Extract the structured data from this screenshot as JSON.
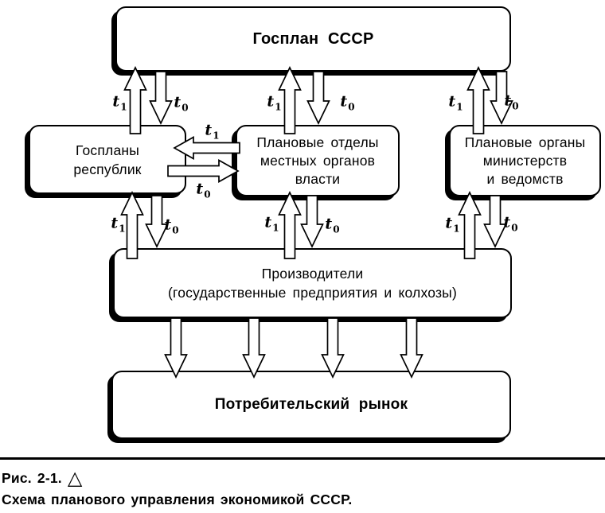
{
  "figure": {
    "boxes": {
      "gosplan": {
        "label": "Госплан СССР"
      },
      "republics": {
        "line1": "Госпланы",
        "line2": "республик"
      },
      "local": {
        "line1": "Плановые отделы",
        "line2": "местных органов",
        "line3": "власти"
      },
      "ministries": {
        "line1": "Плановые органы",
        "line2": "министерств",
        "line3": "и ведомств"
      },
      "producers": {
        "line1": "Производители",
        "line2": "(государственные предприятия и колхозы)"
      },
      "market": {
        "label": "Потребительский рынок"
      }
    },
    "flow_labels": {
      "t_base": "t",
      "t1_sub": "1",
      "t0_sub": "0"
    }
  },
  "caption": {
    "figure_ref": "Рис. 2-1.",
    "triangle_marker": "△",
    "title": "Схема планового управления экономикой СССР."
  },
  "colors": {
    "ink": "#000000",
    "paper": "#ffffff"
  }
}
